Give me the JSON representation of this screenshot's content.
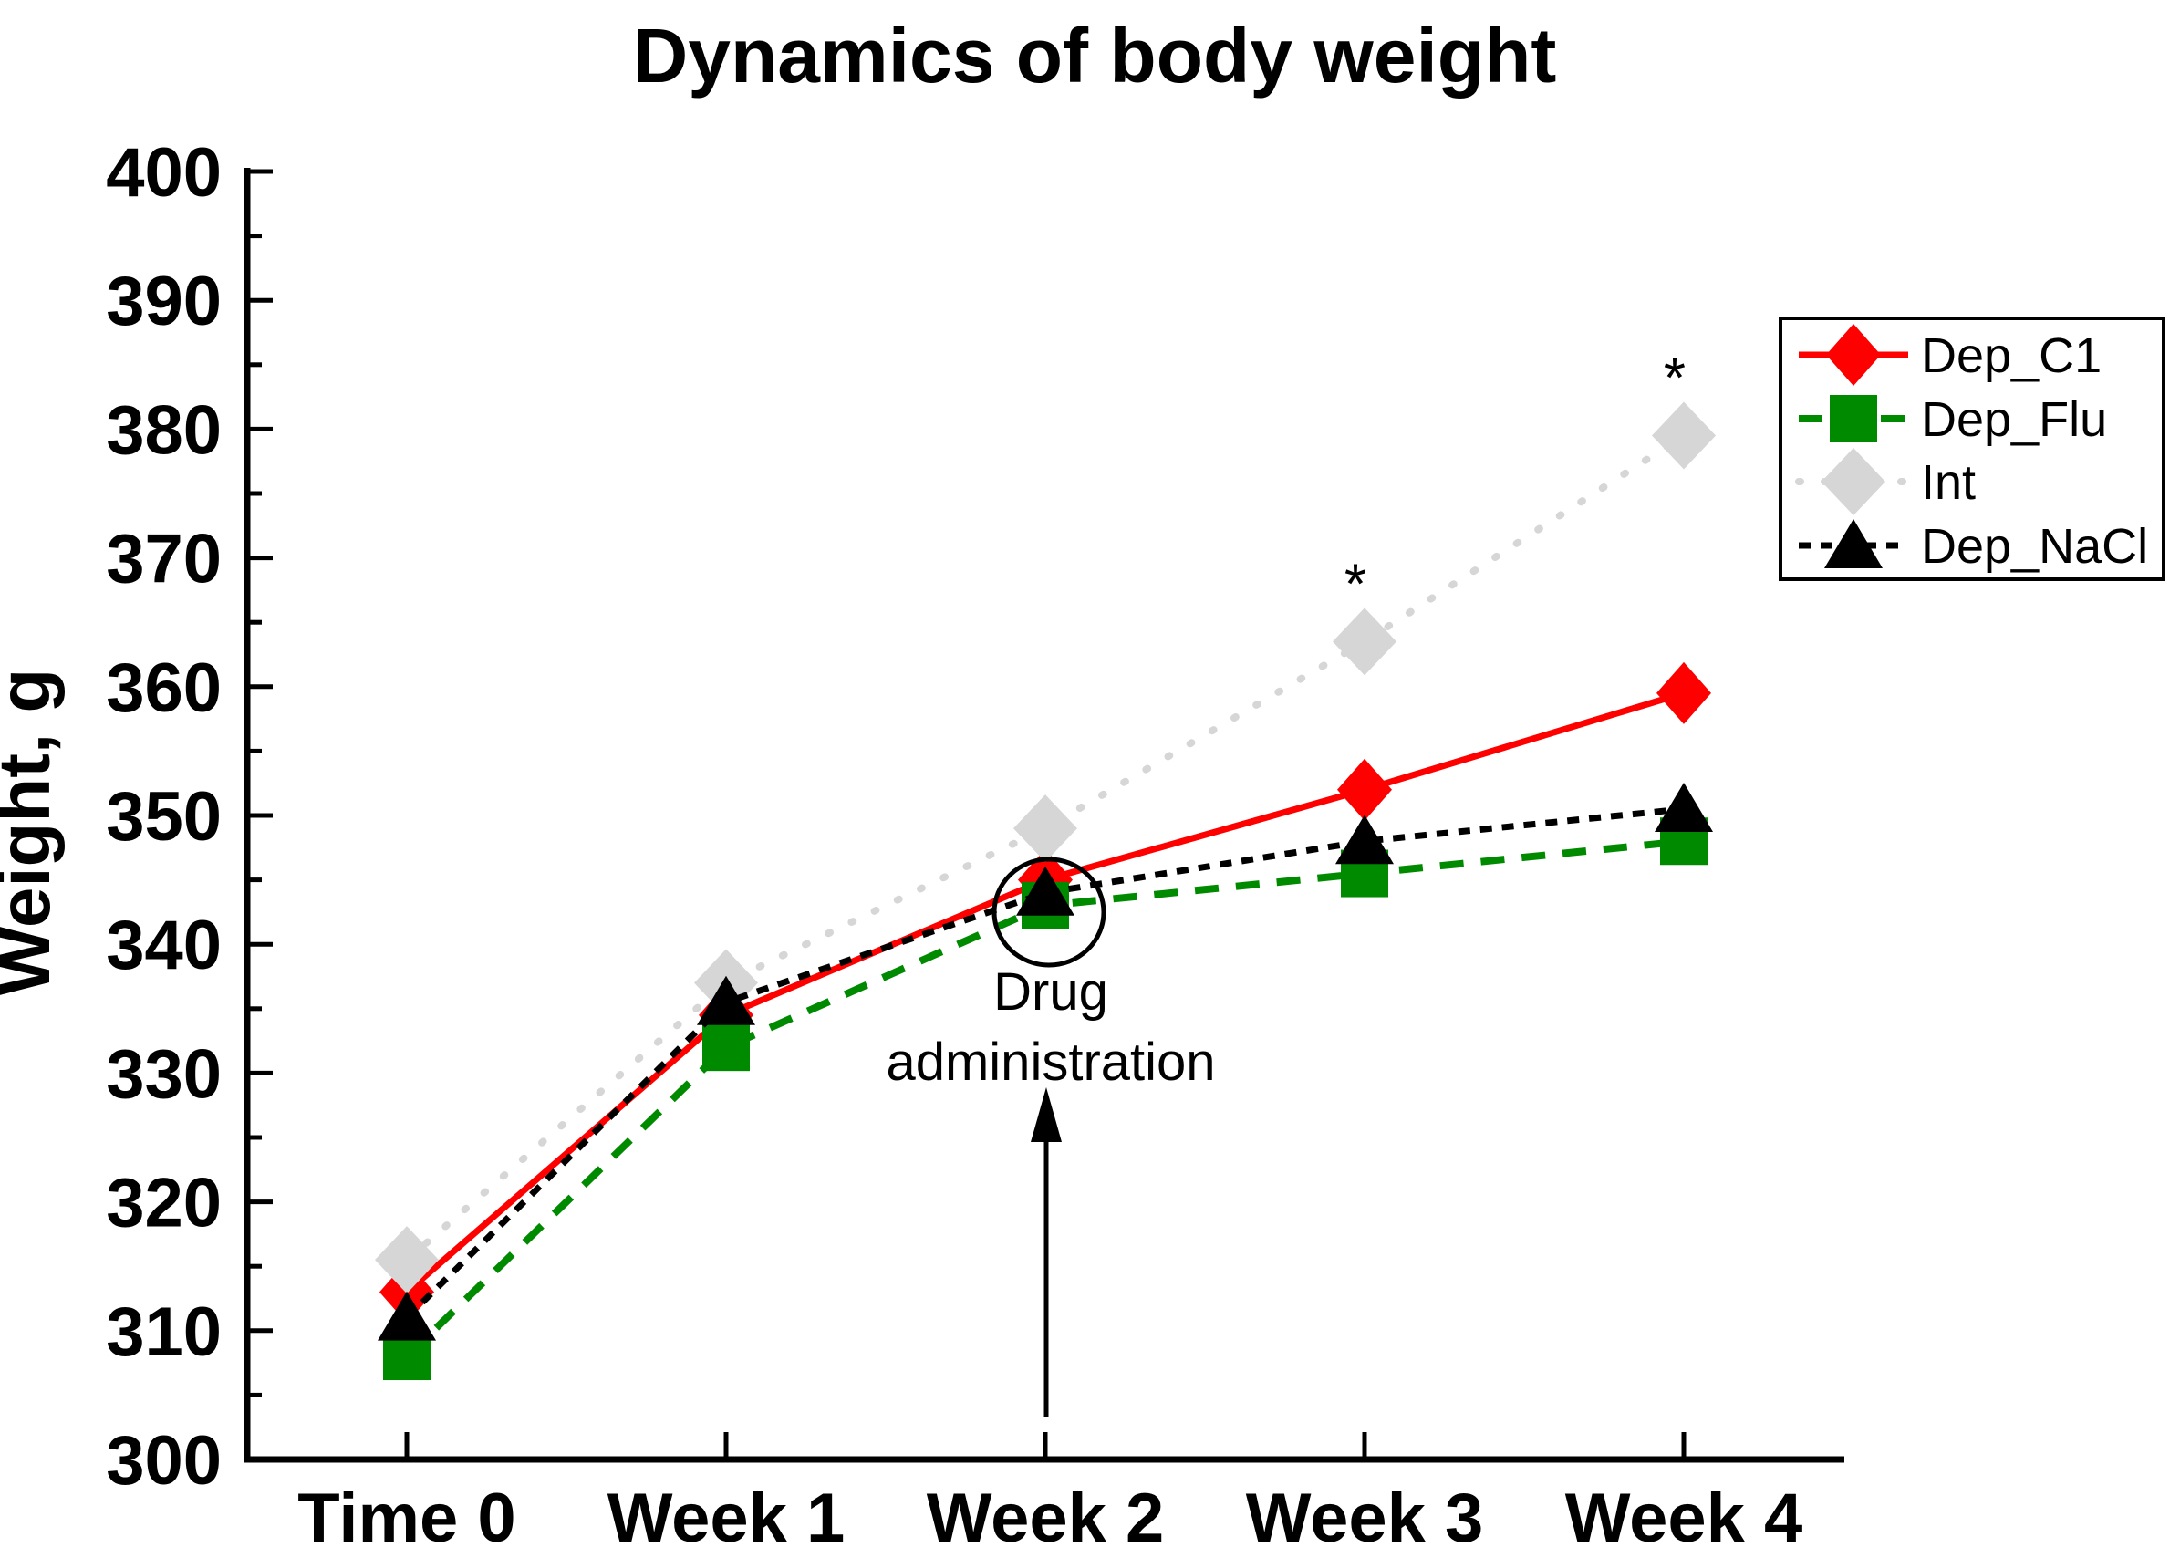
{
  "chart_data": {
    "type": "line",
    "title": "Dynamics of body weight",
    "xlabel": "",
    "ylabel": "Weight, g",
    "ylim": [
      300,
      400
    ],
    "y_major_step": 10,
    "y_minor_step": 5,
    "y_tick_labels": [
      "300",
      "310",
      "320",
      "330",
      "340",
      "350",
      "360",
      "370",
      "380",
      "390",
      "400"
    ],
    "grid": false,
    "legend_position": "upper-right",
    "background_color": "#ffffff",
    "axis_color": "#000000",
    "categories": [
      "Time 0",
      "Week 1",
      "Week 2",
      "Week 3",
      "Week 4"
    ],
    "series": [
      {
        "name": "Dep_C1",
        "color": "#fe0000",
        "marker": "diamond",
        "line": "solid",
        "values": [
          313,
          334.5,
          345,
          352,
          359.5
        ]
      },
      {
        "name": "Dep_Flu",
        "color": "#008a00",
        "marker": "square",
        "line": "dashed",
        "values": [
          308,
          332,
          343,
          345.5,
          348
        ]
      },
      {
        "name": "Int",
        "color": "#d6d6d6",
        "marker": "diamond",
        "line": "dotted",
        "values": [
          315.5,
          337,
          349,
          363.5,
          379.5
        ]
      },
      {
        "name": "Dep_NaCl",
        "color": "#000000",
        "marker": "triangle",
        "line": "short-dash",
        "values": [
          311,
          335.5,
          344,
          348,
          350.5
        ]
      }
    ],
    "legend_order": [
      "Dep_C1",
      "Dep_Flu",
      "Int",
      "Dep_NaCl"
    ],
    "annotations": {
      "circle_category": "Week 2",
      "drug_label_line1": "Drug",
      "drug_label_line2": "administration",
      "significance_marker": "*",
      "significance_points": [
        {
          "series": "Int",
          "category": "Week 3"
        },
        {
          "series": "Int",
          "category": "Week 4"
        }
      ]
    }
  }
}
